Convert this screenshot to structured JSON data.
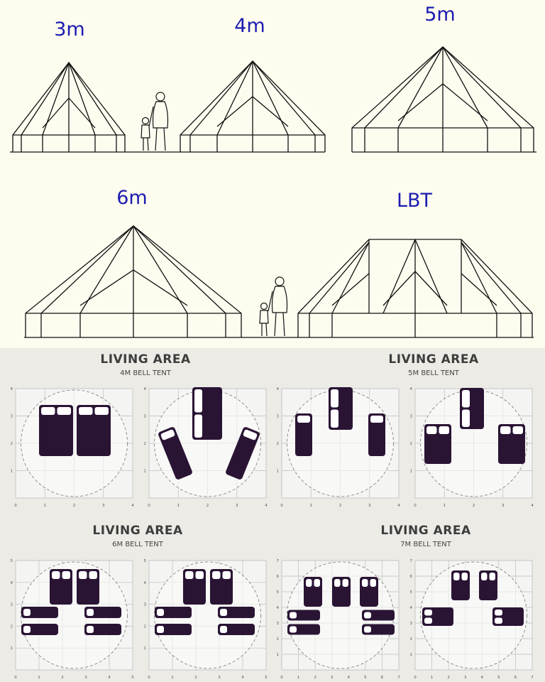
{
  "elevations": [
    {
      "label": "3m"
    },
    {
      "label": "4m"
    },
    {
      "label": "5m"
    },
    {
      "label": "6m"
    },
    {
      "label": "LBT"
    }
  ],
  "layouts": [
    {
      "title": "LIVING AREA",
      "subtitle": "4M BELL TENT"
    },
    {
      "title": "LIVING AREA",
      "subtitle": "5M BELL TENT"
    },
    {
      "title": "LIVING AREA",
      "subtitle": "6M BELL TENT"
    },
    {
      "title": "LIVING AREA",
      "subtitle": "7M BELL TENT"
    }
  ],
  "grid_tick_labels": [
    "0",
    "1",
    "2",
    "3",
    "4",
    "5",
    "6",
    "7"
  ],
  "colors": {
    "tent_line": "#111111",
    "label": "#1c1cb0",
    "bed": "#2a1434",
    "grid": "#bdbdbd"
  }
}
